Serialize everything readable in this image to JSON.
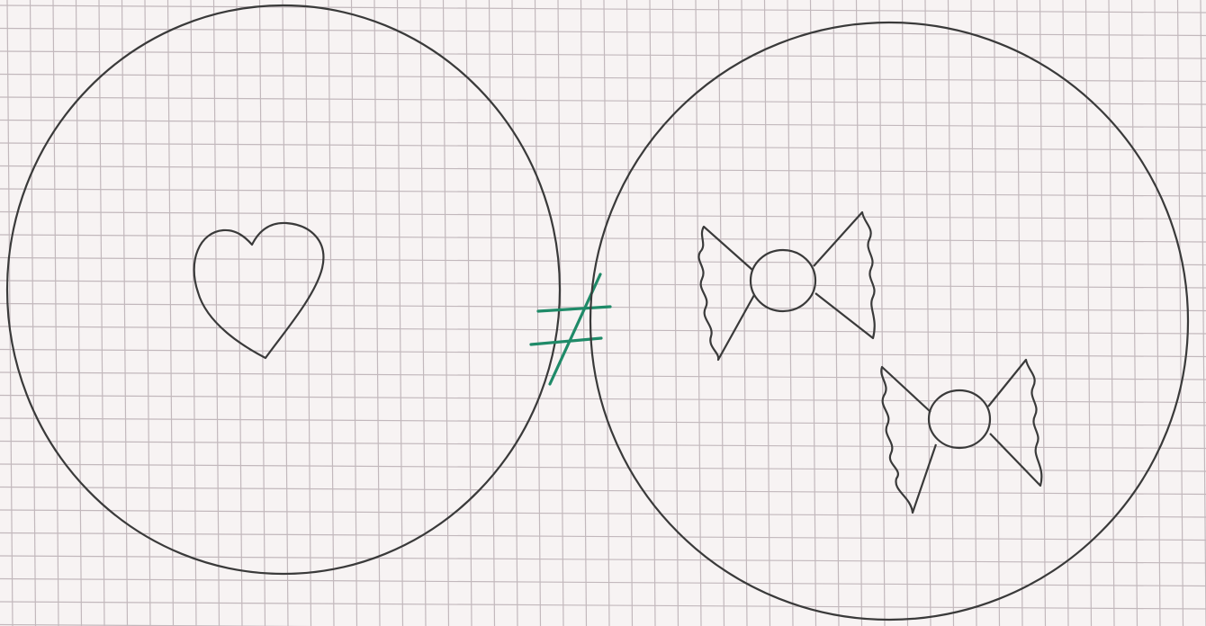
{
  "paper": {
    "style": "graph paper",
    "colors": {
      "background": "#f7f3f3",
      "grid_line": "#b9aeb3",
      "pencil": "#3a3a3a",
      "green_ink": "#1f8a68"
    }
  },
  "left_set": {
    "contents": [
      {
        "icon": "heart-icon",
        "count": 1
      }
    ]
  },
  "relation": {
    "symbol": "not-equal-icon",
    "color": "#1f8a68"
  },
  "right_set": {
    "contents": [
      {
        "icon": "wrapped-candy-icon",
        "count": 2
      }
    ]
  }
}
